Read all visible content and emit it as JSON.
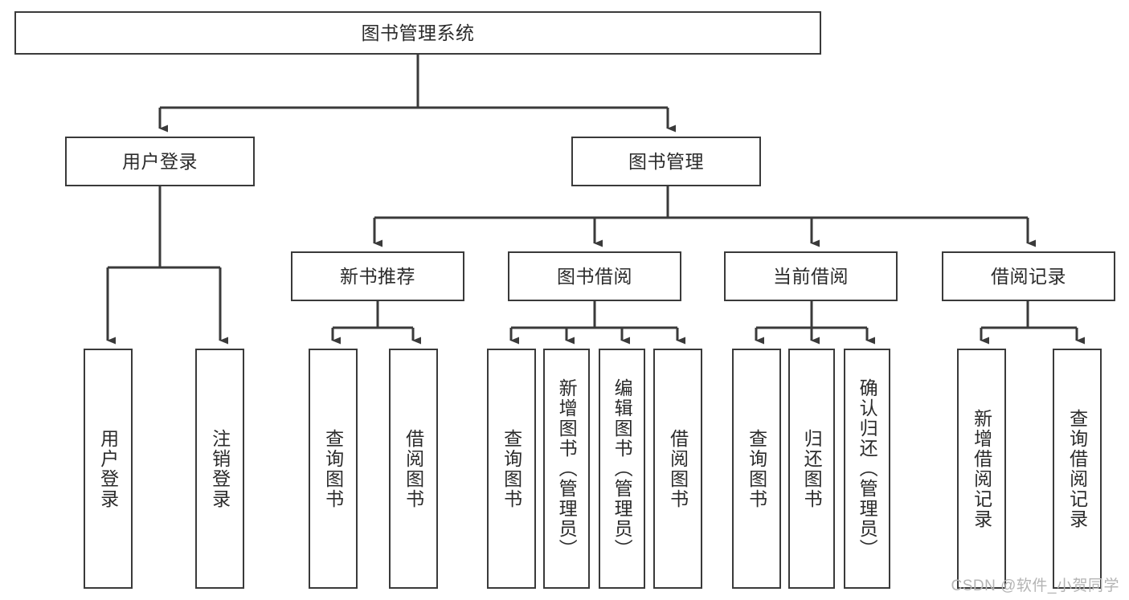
{
  "diagram": {
    "title": "图书管理系统",
    "type": "tree-hierarchy",
    "orientation": "top-down",
    "node_border_color": "#3a3a3a",
    "node_fill_color": "#ffffff",
    "edge_color": "#3a3a3a",
    "text_color": "#2b2b2b"
  },
  "nodes": {
    "root": {
      "label": "图书管理系统"
    },
    "level2": [
      {
        "id": "user-login",
        "label": "用户登录"
      },
      {
        "id": "book-management",
        "label": "图书管理"
      }
    ],
    "level3": [
      {
        "id": "new-book-recommend",
        "label": "新书推荐"
      },
      {
        "id": "book-borrow",
        "label": "图书借阅"
      },
      {
        "id": "current-borrow",
        "label": "当前借阅"
      },
      {
        "id": "borrow-record",
        "label": "借阅记录"
      }
    ],
    "leaves": {
      "user_login": [
        {
          "id": "leaf-user-login",
          "label": "用户登录"
        },
        {
          "id": "leaf-logout-login",
          "label": "注销登录"
        }
      ],
      "new_book_recommend": [
        {
          "id": "leaf-query-book-1",
          "label": "查询图书"
        },
        {
          "id": "leaf-borrow-book-1",
          "label": "借阅图书"
        }
      ],
      "book_borrow": [
        {
          "id": "leaf-query-book-2",
          "label": "查询图书"
        },
        {
          "id": "leaf-add-book",
          "label": "新增图书（管理员）"
        },
        {
          "id": "leaf-edit-book",
          "label": "编辑图书（管理员）"
        },
        {
          "id": "leaf-borrow-book-2",
          "label": "借阅图书"
        }
      ],
      "current_borrow": [
        {
          "id": "leaf-query-book-3",
          "label": "查询图书"
        },
        {
          "id": "leaf-return-book",
          "label": "归还图书"
        },
        {
          "id": "leaf-confirm-return",
          "label": "确认归还（管理员）"
        }
      ],
      "borrow_record": [
        {
          "id": "leaf-add-record",
          "label": "新增借阅记录"
        },
        {
          "id": "leaf-query-record",
          "label": "查询借阅记录"
        }
      ]
    }
  },
  "watermark": {
    "text": "CSDN @软件_小贺同学"
  }
}
